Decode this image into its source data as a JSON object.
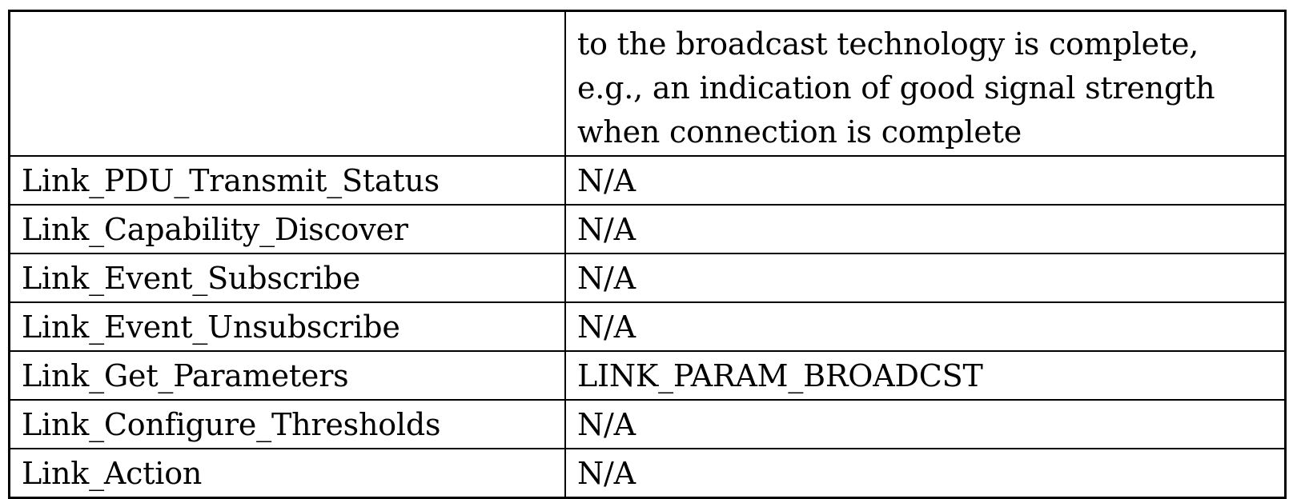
{
  "table": {
    "columns": [
      {
        "key": "primitive_name",
        "label": ""
      },
      {
        "key": "parameter_value",
        "label": ""
      }
    ],
    "rows": [
      {
        "name": "",
        "value": "to the broadcast technology is complete,\ne.g., an indication of good signal strength\nwhen connection is complete"
      },
      {
        "name": "Link_PDU_Transmit_Status",
        "value": "N/A"
      },
      {
        "name": "Link_Capability_Discover",
        "value": "N/A"
      },
      {
        "name": "Link_Event_Subscribe",
        "value": "N/A"
      },
      {
        "name": "Link_Event_Unsubscribe",
        "value": "N/A"
      },
      {
        "name": "Link_Get_Parameters",
        "value": "LINK_PARAM_BROADCST"
      },
      {
        "name": "Link_Configure_Thresholds",
        "value": "N/A"
      },
      {
        "name": "Link_Action",
        "value": "N/A"
      }
    ],
    "style": {
      "border_color": "#000000",
      "background": "#ffffff",
      "text_color": "#000000"
    }
  }
}
